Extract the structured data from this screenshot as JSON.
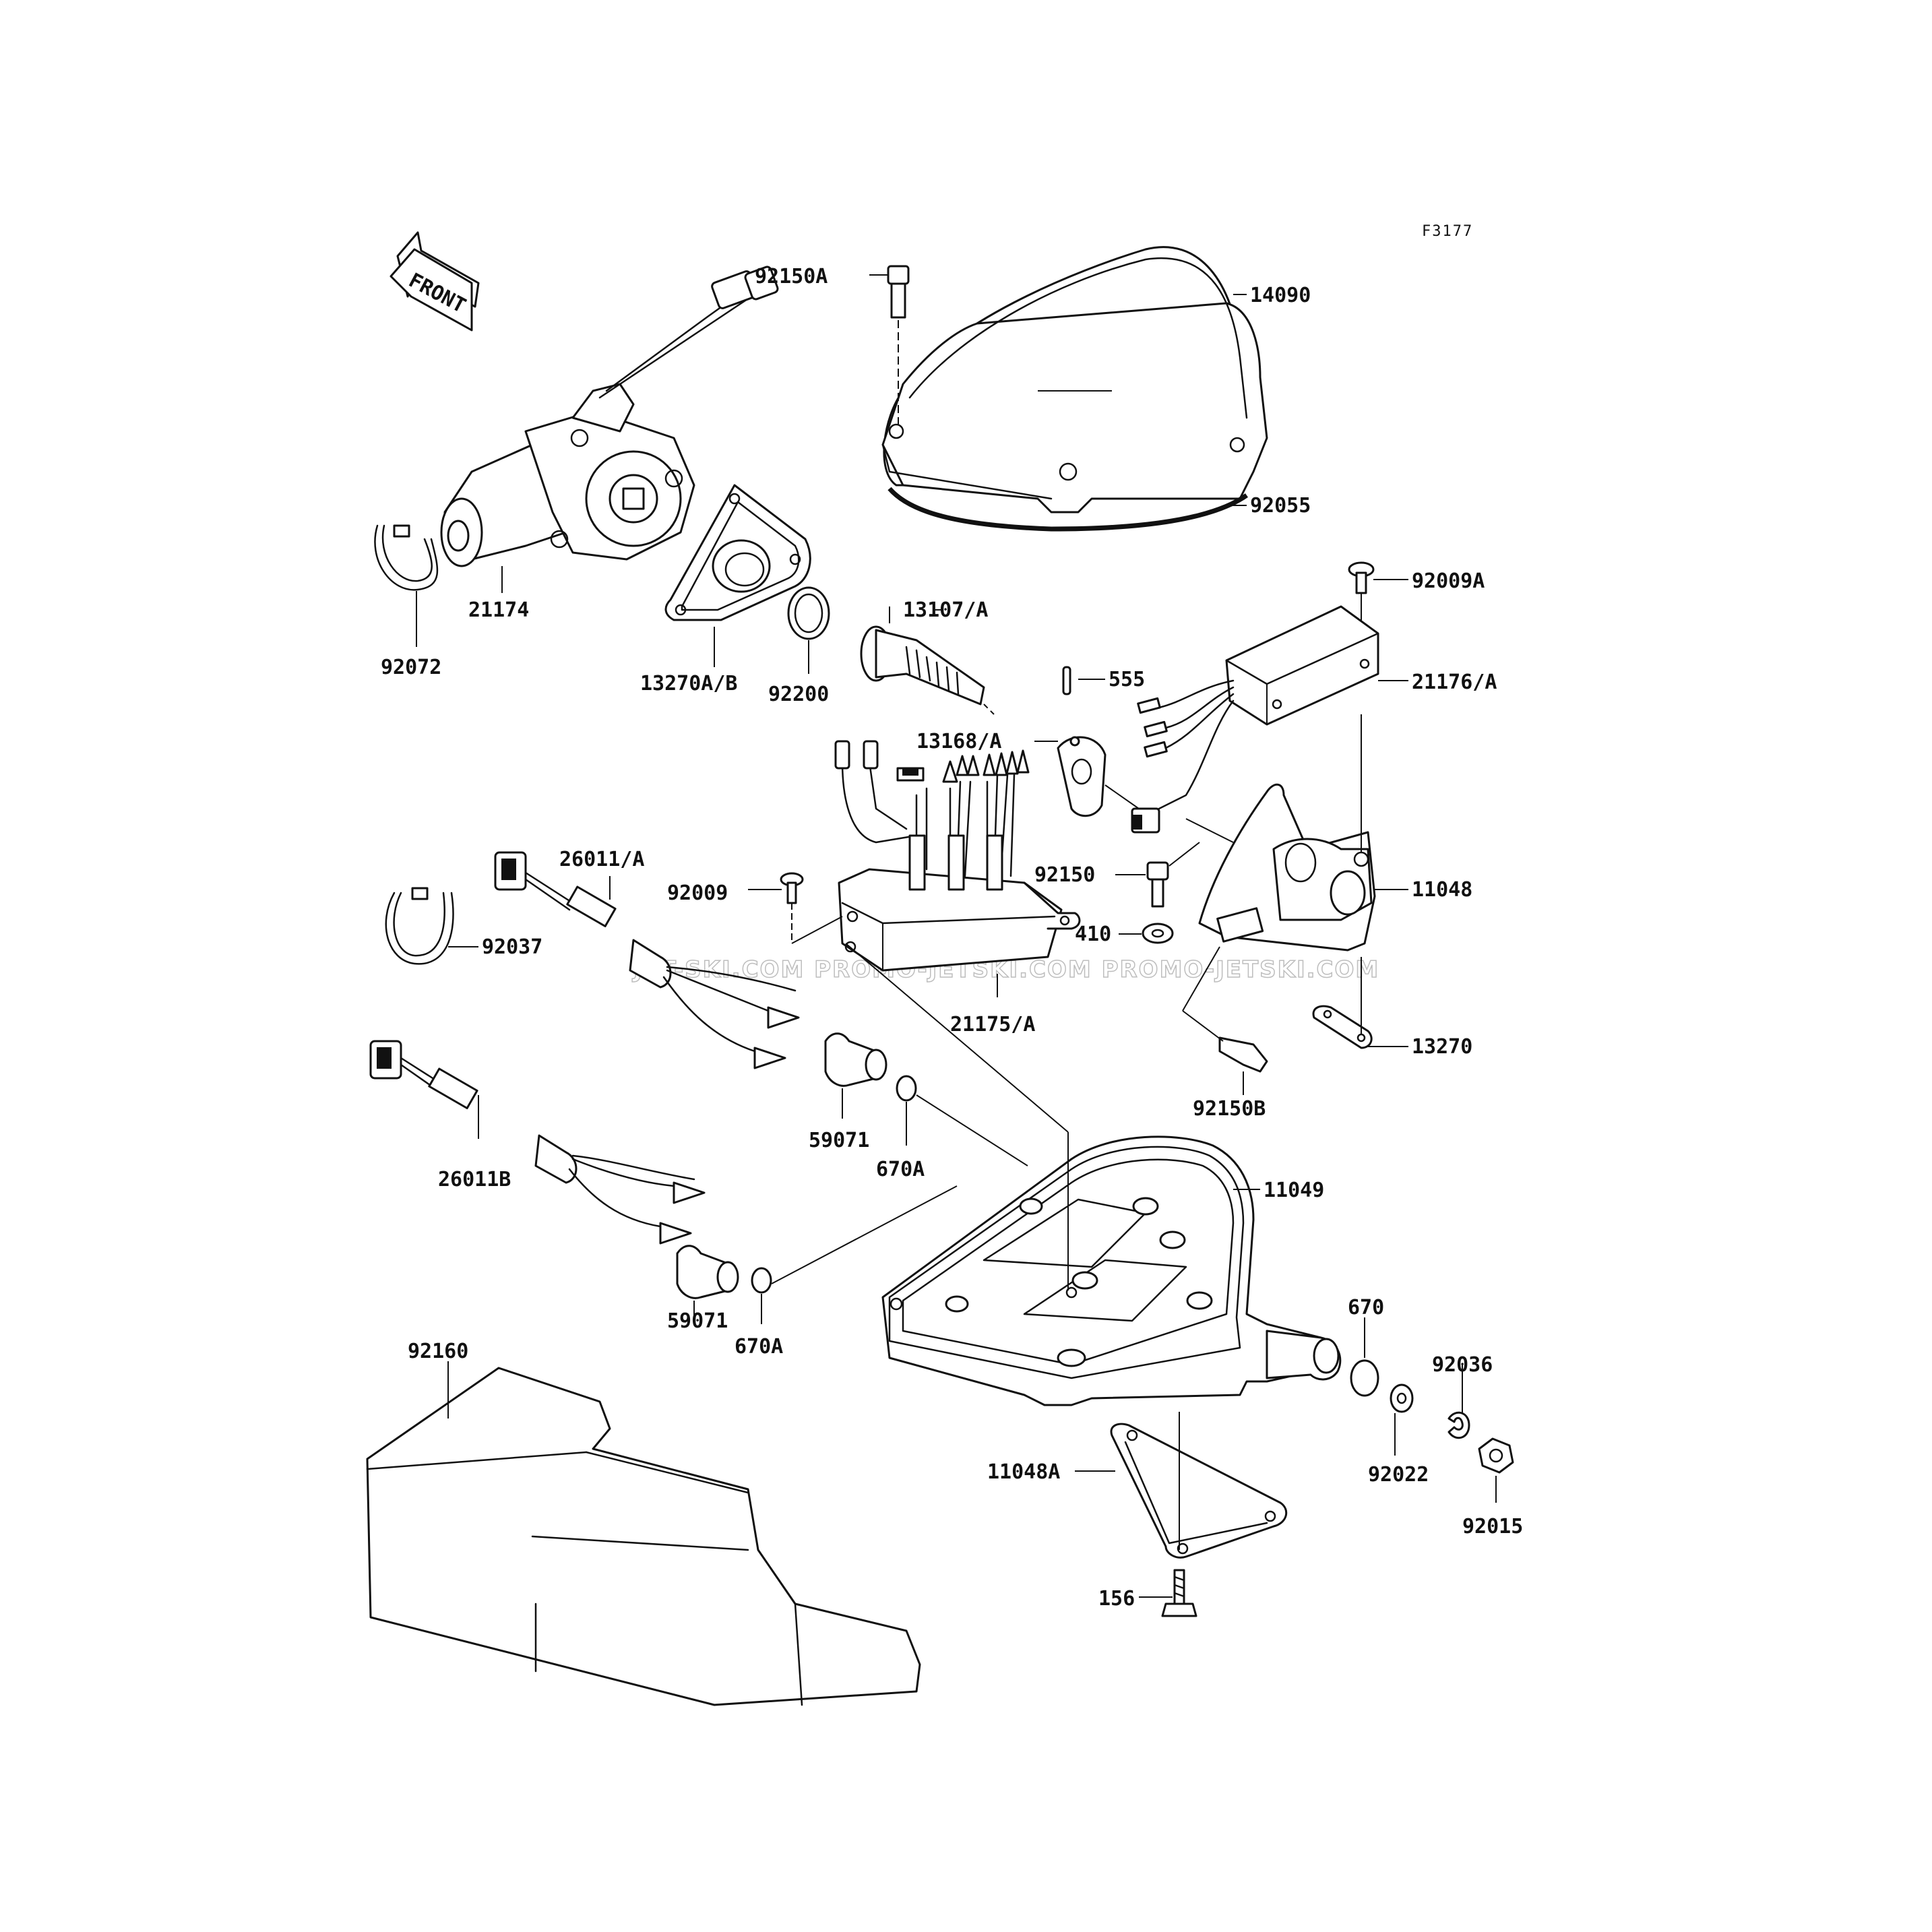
{
  "figure_code": "F3177",
  "front_arrow": "FRONT",
  "watermark": "JET-SKI.COM  PROMO-JETSKI.COM  PROMO-JETSKI.COM",
  "labels": {
    "p92150A": "92150A",
    "p14090": "14090",
    "p92055": "92055",
    "p21174": "21174",
    "p92072": "92072",
    "p13270AB": "13270A/B",
    "p92200": "92200",
    "p13107A": "13107/A",
    "p92009A": "92009A",
    "p555": "555",
    "p21176A": "21176/A",
    "p13168A": "13168/A",
    "p26011A": "26011/A",
    "p92009": "92009",
    "p92150": "92150",
    "p410": "410",
    "p11048": "11048",
    "p92037": "92037",
    "p21175A": "21175/A",
    "p13270": "13270",
    "p92150B": "92150B",
    "p59071a": "59071",
    "p670Aa": "670A",
    "p11049": "11049",
    "p26011B": "26011B",
    "p59071b": "59071",
    "p670Ab": "670A",
    "p670": "670",
    "p92160": "92160",
    "p92036": "92036",
    "p92022": "92022",
    "p11048A": "11048A",
    "p92015": "92015",
    "p156": "156"
  }
}
